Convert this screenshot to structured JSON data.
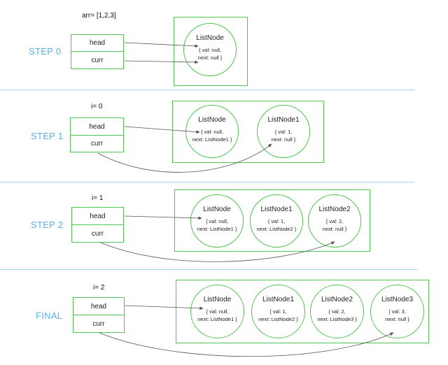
{
  "steps": [
    {
      "label": "STEP 0",
      "var_text": "arr= [1,2,3]",
      "pointers": {
        "head": "head",
        "curr": "curr"
      },
      "nodes": [
        {
          "title": "ListNode",
          "l1": "{ val: null,",
          "l2": "next: null }"
        }
      ]
    },
    {
      "label": "STEP 1",
      "var_text": "i= 0",
      "pointers": {
        "head": "head",
        "curr": "curr"
      },
      "nodes": [
        {
          "title": "ListNode",
          "l1": "{ val: null,",
          "l2": "next: ListNode1 }"
        },
        {
          "title": "ListNode1",
          "l1": "{ val: 1,",
          "l2": "next: null }"
        }
      ]
    },
    {
      "label": "STEP 2",
      "var_text": "i= 1",
      "pointers": {
        "head": "head",
        "curr": "curr"
      },
      "nodes": [
        {
          "title": "ListNode",
          "l1": "{ val: null,",
          "l2": "next: ListNode1 }"
        },
        {
          "title": "ListNode1",
          "l1": "{ val: 1,",
          "l2": "next: ListNode2 }"
        },
        {
          "title": "ListNode2",
          "l1": "{ val: 2,",
          "l2": "next: null }"
        }
      ]
    },
    {
      "label": "FINAL",
      "var_text": "i= 2",
      "pointers": {
        "head": "head",
        "curr": "curr"
      },
      "nodes": [
        {
          "title": "ListNode",
          "l1": "{ val: null,",
          "l2": "next: ListNode1 }"
        },
        {
          "title": "ListNode1",
          "l1": "{ val: 1,",
          "l2": "next: ListNode2 }"
        },
        {
          "title": "ListNode2",
          "l1": "{ val: 2,",
          "l2": "next: ListNode3 }"
        },
        {
          "title": "ListNode3",
          "l1": "{ val: 3,",
          "l2": "next: null }"
        }
      ]
    }
  ],
  "colors": {
    "box_border": "#4fc24f",
    "step_label": "#5aaee0",
    "separator": "#a9d3ef",
    "arrow": "#555555"
  }
}
